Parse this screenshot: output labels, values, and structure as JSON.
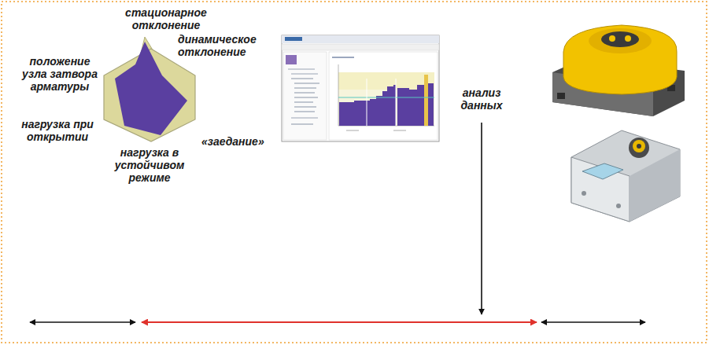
{
  "diagram": {
    "labels": [
      "стационарное отклонение",
      "динамическое отклонение",
      "положение узла затвора арматуры",
      "нагрузка при открытии",
      "«заедание»",
      "нагрузка в устойчивом режиме",
      "анализ данных"
    ]
  }
}
